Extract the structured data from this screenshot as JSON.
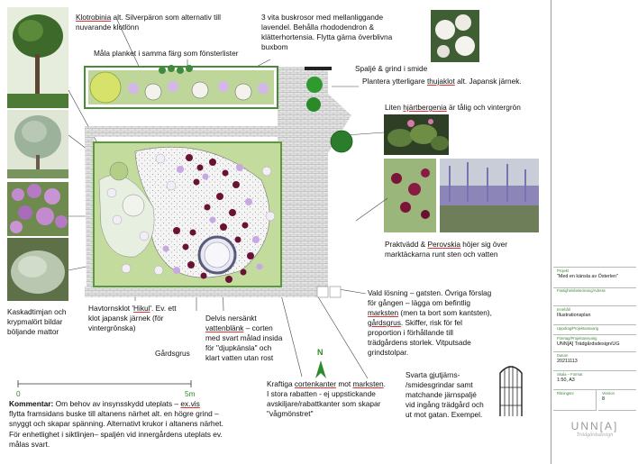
{
  "labels": {
    "klotrobinia_name": "Klotrobinia",
    "klotrobinia_rest": " alt. Silverpäron som alternativ till",
    "klotrobinia_2": "nuvarande klotlönn",
    "plank": "Måla planket i samma färg som fönsterlister",
    "buskrosor_1": "3 vita buskrosor med mellanliggande",
    "buskrosor_2": "lavendel. Behålla rhododendron &",
    "buskrosor_3": "klätterhortensia. Flytta gärna överblivna",
    "buskrosor_4": "buxbom",
    "spalje": "Spaljé & grind i smide",
    "thuja_pre": "Plantera ytterligare ",
    "thuja_name": "thujaklot",
    "thuja_post": " alt. Japansk järnek.",
    "bergenia_pre": "Liten ",
    "bergenia_name": "hjärtbergenia",
    "bergenia_post": " är tålig och vintergrön",
    "praktvadd_1": "Praktvädd & ",
    "praktvadd_name": "Perovskia",
    "praktvadd_2": " höjer sig över",
    "praktvadd_3": "marktäckarna runt sten och vatten",
    "kaskad_1": "Kaskadtimjan och",
    "kaskad_2": "krypmalört bildar",
    "kaskad_3": "böljande mattor",
    "havtorn_1": "Havtornsklot '",
    "havtorn_name": "Hikul",
    "havtorn_2": "'. Ev. ett",
    "havtorn_3": "klot japansk järnek (för",
    "havtorn_4": "vintergrönska)",
    "gardsgrus": "Gårdsgrus",
    "delvis_1": "Delvis nersänkt",
    "delvis_2": "vattenblänk",
    "delvis_3": " – corten",
    "delvis_4": "med svart målad insida",
    "delvis_5": "för  \"djupkänsla\" och",
    "delvis_6": "klart vatten utan rost",
    "vald_1": "Vald lösning – gatsten. Övriga förslag",
    "vald_2": "för gången – lägga om befintlig",
    "vald_3": "marksten",
    "vald_3b": " (men ta bort som kantsten),",
    "vald_4": "gårdsgrus",
    "vald_4b": ". Skiffer, risk för fel",
    "vald_5": "proportion i förhållande till",
    "vald_6": "trädgårdens storlek. Vitputsade",
    "vald_7": "grindstolpar.",
    "svarta_1": "Svarta gjutjärns-",
    "svarta_2": "/smidesgrindar samt",
    "svarta_3": "matchande järnspaljé",
    "svarta_4": "vid ingång trädgård och",
    "svarta_5": "ut mot gatan. Exempel.",
    "kraftiga_1": "Kraftiga ",
    "kraftiga_name": "cortenkanter",
    "kraftiga_2": " mot ",
    "kraftiga_name2": "marksten",
    "kraftiga_3": ".",
    "kraftiga_4": "I stora rabatten - ej uppstickande",
    "kraftiga_5": "avskiljare/rabattkanter som skapar",
    "kraftiga_6": "\"vågmönstret\""
  },
  "north": "N",
  "scale": {
    "start": "0",
    "end": "5m"
  },
  "comment": {
    "title": "Kommentar:",
    "line1_a": " Om behov av insynsskydd uteplats – ",
    "line1_b": "ex.vis",
    "line2": "flytta framsidans buske till altanens närhet alt. en högre grind –",
    "line3": "snyggt och skapar spänning. Alternativt krukor i altanens närhet.",
    "line4": "För enhetlighet  i siktlinjen– spaljén vid innergårdens uteplats ev.",
    "line5": "målas svart."
  },
  "titleblock": {
    "projekt_k": "Projekt",
    "projekt_v": "\"Med en känsla av Österlen\"",
    "fastighet_k": "Fastighetsbeteckning/Adress",
    "fastighet_v": "",
    "innehall_k": "Innehåll",
    "innehall_v": "Illustrationsplan",
    "uppdrag_k": "Uppdrag/Projektansvarig",
    "uppdrag_v": "",
    "foretag_k": "Företag/Projektansvarig",
    "foretag_v": "UNN[A] Trädgårdsdesign/UG",
    "datum_k": "Datum",
    "datum_v": "20211113",
    "skala_k": "Skala – Format",
    "skala_v": "1:50, A3",
    "ritning_k": "Ritningsnr",
    "ritning_v": "",
    "version_k": "Version",
    "version_v": "8",
    "logo": "UNN[A]",
    "logo_sub": "Trädgårdsdesign"
  },
  "colors": {
    "lawn": "#c9dfa8",
    "lawn_dark": "#7aae46",
    "hedge": "#2f8a2f",
    "wall": "#d9d9d9",
    "corten_plant": "#6a1233",
    "lavender": "#c7a8e3",
    "pond_ring": "#6a6a8c"
  }
}
